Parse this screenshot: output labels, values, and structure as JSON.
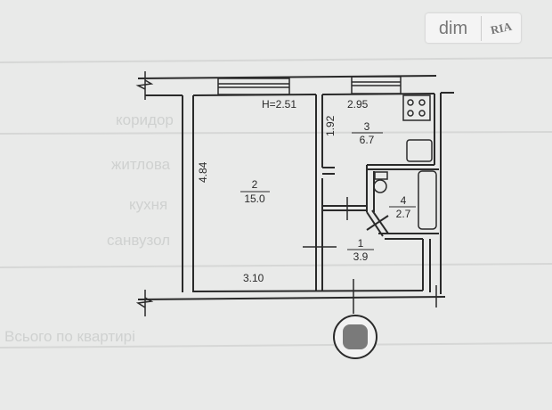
{
  "watermark": {
    "brand": "dim",
    "brand2": "RIA"
  },
  "background_table": [
    "коридор",
    "житлова",
    "кухня",
    "санвузол",
    "Всього по квартирі"
  ],
  "plan": {
    "ceiling_height": "H=2.51",
    "dimensions": {
      "kitchen_width": "2.95",
      "kitchen_depth": "1.92",
      "room_depth": "4.84",
      "room_width": "3.10"
    },
    "rooms": [
      {
        "number": "1",
        "area": "3.9"
      },
      {
        "number": "2",
        "area": "15.0"
      },
      {
        "number": "3",
        "area": "6.7"
      },
      {
        "number": "4",
        "area": "2.7"
      }
    ]
  },
  "colors": {
    "line": "#2a2a2a",
    "paper": "#e9eae9",
    "marker": "#7a7a7a"
  }
}
